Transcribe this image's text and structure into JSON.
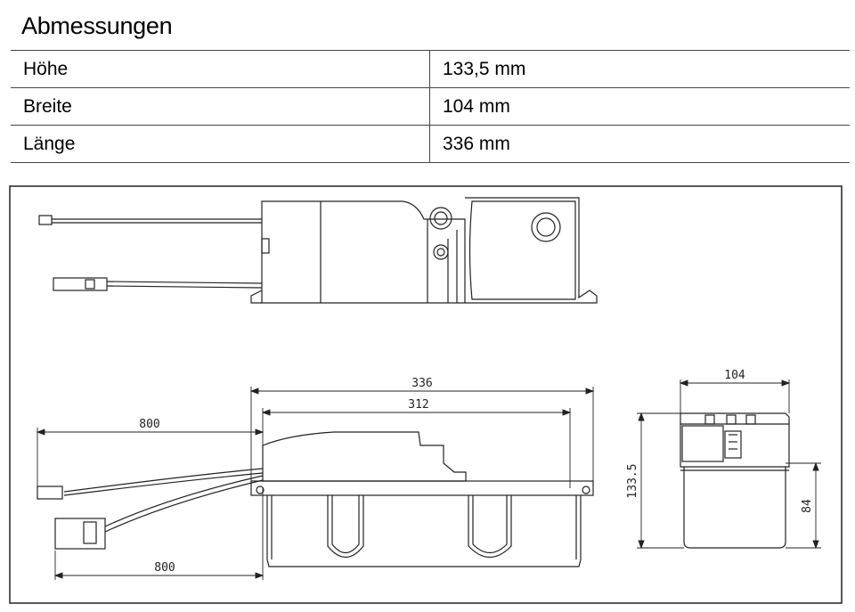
{
  "title": "Abmessungen",
  "dimensions": [
    {
      "label": "Höhe",
      "value": "133,5 mm"
    },
    {
      "label": "Breite",
      "value": "104 mm"
    },
    {
      "label": "Länge",
      "value": "336 mm"
    }
  ],
  "drawing": {
    "length_outer": "336",
    "length_inner": "312",
    "cable_top": "800",
    "cable_bottom": "800",
    "width": "104",
    "height_total": "133.5",
    "height_body": "84"
  }
}
